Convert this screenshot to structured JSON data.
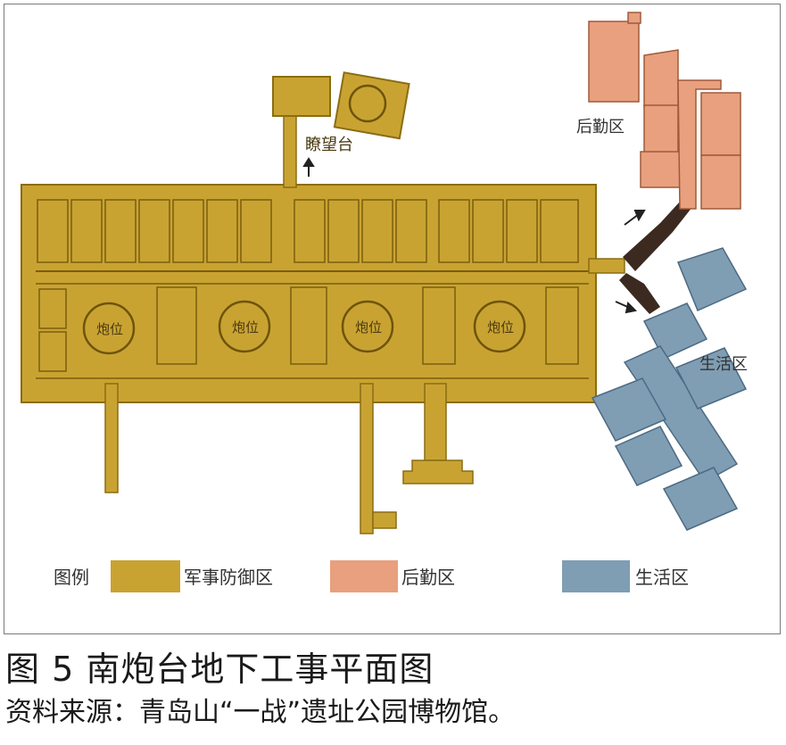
{
  "colors": {
    "military": "#c9a332",
    "military_edge": "#8a6d12",
    "logistics": "#e8a07e",
    "logistics_edge": "#a05a3a",
    "living": "#7f9db3",
    "living_edge": "#4c6a82",
    "passage": "#3c2a20"
  },
  "zones": {
    "watchtower": "瞭望台",
    "logistics": "后勤区",
    "living": "生活区",
    "gun_position": "炮位"
  },
  "legend": {
    "title": "图例",
    "items": [
      {
        "label": "军事防御区",
        "color": "#c9a332"
      },
      {
        "label": "后勤区",
        "color": "#e8a07e"
      },
      {
        "label": "生活区",
        "color": "#7f9db3"
      }
    ]
  },
  "caption": {
    "title": "图 5  南炮台地下工事平面图",
    "source": "资料来源：青岛山“一战”遗址公园博物馆。"
  }
}
